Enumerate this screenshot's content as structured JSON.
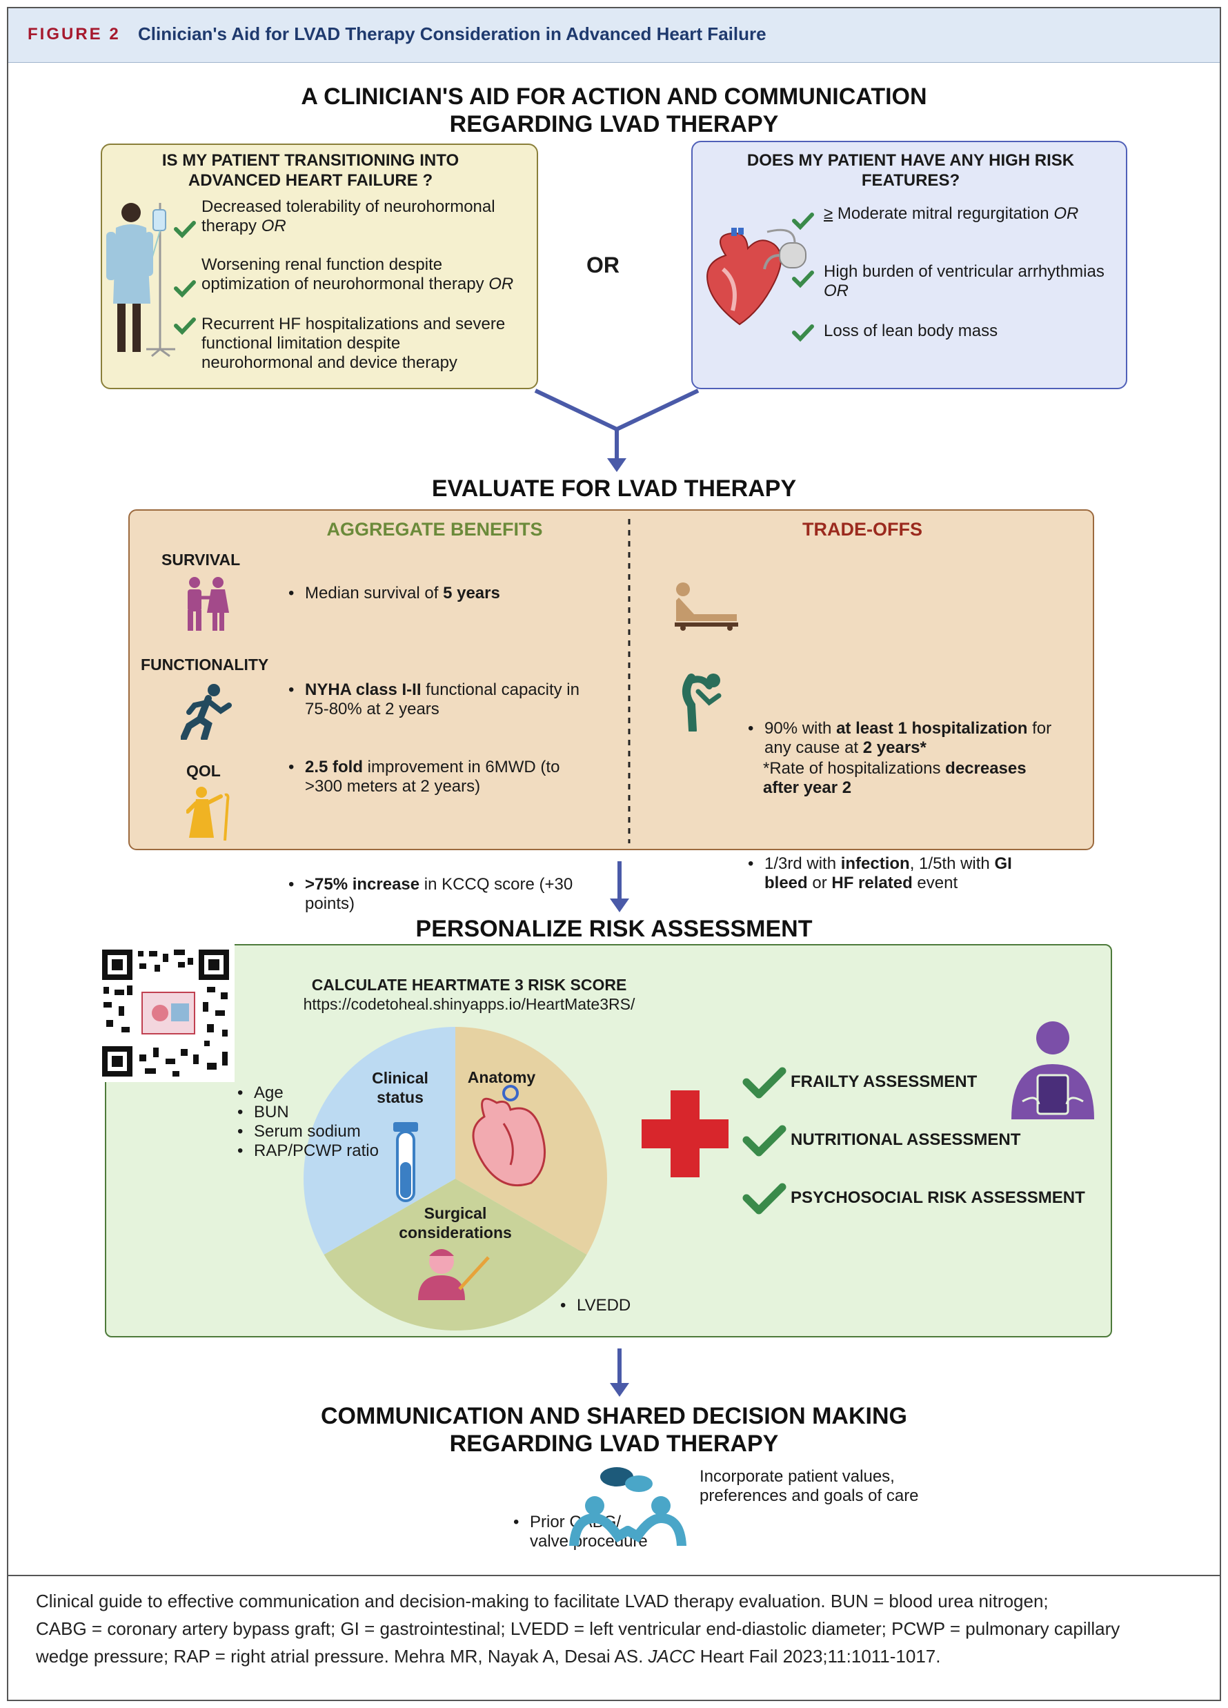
{
  "header": {
    "figure_label": "FIGURE 2",
    "title": "Clinician's Aid for LVAD Therapy Consideration in Advanced Heart Failure"
  },
  "main_title": [
    "A CLINICIAN'S AID FOR ACTION AND COMMUNICATION",
    "REGARDING LVAD THERAPY"
  ],
  "left_box": {
    "title": [
      "IS MY PATIENT TRANSITIONING INTO",
      "ADVANCED HEART FAILURE ?"
    ],
    "items": [
      {
        "line1": "Decreased tolerability of neurohormonal",
        "line2": "therapy ",
        "or": "OR"
      },
      {
        "line1": "Worsening renal function despite",
        "line2": "optimization of neurohormonal therapy ",
        "or": "OR"
      },
      {
        "line1": "Recurrent HF hospitalizations and severe",
        "line2": "functional limitation despite",
        "line3": "neurohormonal and device therapy"
      }
    ]
  },
  "or_label": "OR",
  "right_box": {
    "title": [
      "DOES MY PATIENT HAVE ANY HIGH RISK",
      "FEATURES?"
    ],
    "items": [
      {
        "prefix": "≥",
        "text": " Moderate mitral regurgitation ",
        "or": "OR"
      },
      {
        "text": "High burden of ventricular arrhythmias",
        "or": "OR"
      },
      {
        "text": "Loss of lean body mass"
      }
    ]
  },
  "evaluate_title": "EVALUATE FOR LVAD THERAPY",
  "benefits": {
    "title": "AGGREGATE BENEFITS",
    "survival_label": "SURVIVAL",
    "survival_text_a": "Median survival of ",
    "survival_text_b": "5 years",
    "functionality_label": "FUNCTIONALITY",
    "func1_bold": "NYHA class I-II",
    "func1_rest": " functional capacity in",
    "func1_line2": "75-80% at 2 years",
    "func2_bold": "2.5 fold",
    "func2_rest": " improvement in 6MWD (to",
    "func2_line2": ">300 meters at 2 years)",
    "qol_label": "QOL",
    "qol_bold": ">75% increase",
    "qol_rest": " in KCCQ score (+30",
    "qol_line2": "points)"
  },
  "tradeoffs": {
    "title": "TRADE-OFFS",
    "t1_a": "90% with ",
    "t1_b": "at least 1 hospitalization",
    "t1_c": " for",
    "t1_d": "any cause at ",
    "t1_e": "2 years*",
    "t2_a": "1/3rd with ",
    "t2_b": "infection",
    "t2_c": ", 1/5th with ",
    "t2_d": "GI",
    "t2_e": "bleed",
    "t2_f": " or ",
    "t2_g": "HF related",
    "t2_h": " event",
    "note_a": "*Rate of hospitalizations ",
    "note_b": "decreases",
    "note_c": "after year 2"
  },
  "personalize_title": "PERSONALIZE RISK ASSESSMENT",
  "risk": {
    "calc_title": "CALCULATE HEARTMATE 3 RISK SCORE",
    "url": "https://codetoheal.shinyapps.io/HeartMate3RS/",
    "clinical_label": [
      "Clinical",
      "status"
    ],
    "anatomy_label": "Anatomy",
    "surgical_label": [
      "Surgical",
      "considerations"
    ],
    "clinical_items": [
      "Age",
      "BUN",
      "Serum sodium",
      "RAP/PCWP ratio"
    ],
    "anatomy_items": [
      "LVEDD"
    ],
    "surgical_items": [
      "Prior CABG/",
      "valve procedure"
    ],
    "assessments": [
      "FRAILTY ASSESSMENT",
      "NUTRITIONAL ASSESSMENT",
      "PSYCHOSOCIAL RISK ASSESSMENT"
    ]
  },
  "communication_title": [
    "COMMUNICATION AND SHARED DECISION MAKING",
    "REGARDING LVAD THERAPY"
  ],
  "communication_text": [
    "Incorporate patient values,",
    "preferences and goals of care"
  ],
  "caption": {
    "line1": "Clinical guide to effective communication and decision-making to facilitate LVAD therapy evaluation. BUN = blood urea nitrogen;",
    "line2": "CABG = coronary artery bypass graft; GI = gastrointestinal; LVEDD = left ventricular end-diastolic diameter; PCWP = pulmonary capillary",
    "line3a": "wedge pressure; RAP = right atrial pressure. Mehra MR, Nayak A, Desai AS. ",
    "line3b": "JACC",
    "line3c": " Heart Fail 2023;11:1011-1017."
  },
  "colors": {
    "header_bg": "#dfe9f5",
    "figure_red": "#a6192e",
    "title_blue": "#1f3a6e",
    "yellow_box": "#f5f0cf",
    "blue_box": "#e3e8f8",
    "tan_box": "#f1dcc0",
    "green_box": "#e5f3dc",
    "arrow": "#4a5aa8",
    "check_green": "#3a8a4a",
    "benefit_green": "#6b8a3a",
    "tradeoff_red": "#9b2a1e",
    "pie_blue": "#bcdaf2",
    "pie_tan": "#e6d2a2",
    "pie_olive": "#c9d39a",
    "cross_red": "#d8262c"
  }
}
